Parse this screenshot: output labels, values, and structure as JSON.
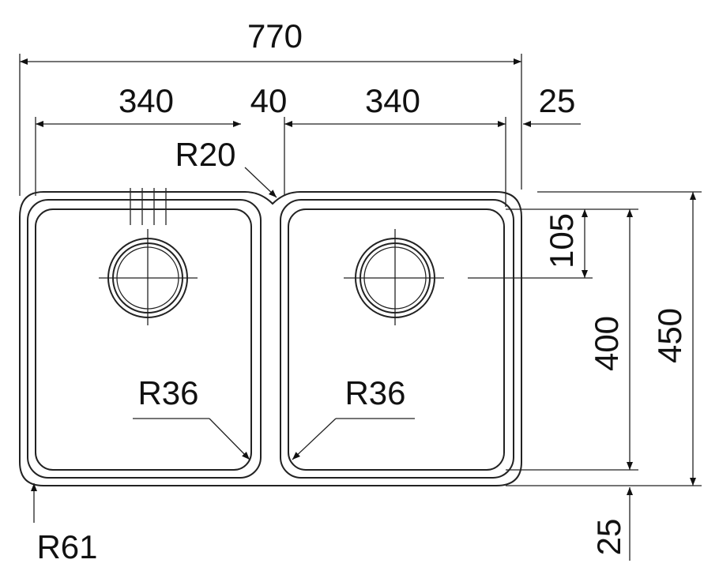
{
  "drawing": {
    "overall_width": "770",
    "left_bowl_width": "340",
    "gap_width": "40",
    "right_bowl_width": "340",
    "right_margin": "25",
    "corner_radius_top": "R20",
    "bowl_radius_left": "R36",
    "bowl_radius_right": "R36",
    "outer_radius": "R61",
    "drain_offset": "105",
    "bowl_depth": "400",
    "overall_depth": "450",
    "bottom_margin": "25"
  }
}
